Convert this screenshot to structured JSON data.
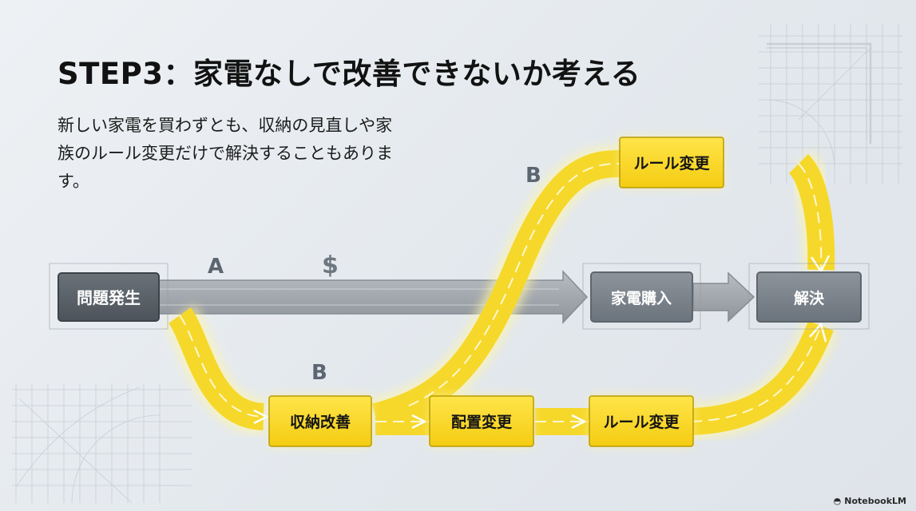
{
  "title": "STEP3：家電なしで改善できないか考える",
  "description": "新しい家電を買わずとも、収納の見直しや家族のルール変更だけで解決することもあります。",
  "diagram": {
    "path_labels": {
      "a": "A",
      "b_upper": "B",
      "b_lower": "B",
      "currency": "$"
    },
    "nodes": {
      "start": "問題発生",
      "buy": "家電購入",
      "solve": "解決",
      "storage": "収納改善",
      "layout": "配置変更",
      "rule_lower": "ルール変更",
      "rule_upper": "ルール変更"
    }
  },
  "brand": {
    "name": "NotebookLM",
    "mark": "◓"
  }
}
